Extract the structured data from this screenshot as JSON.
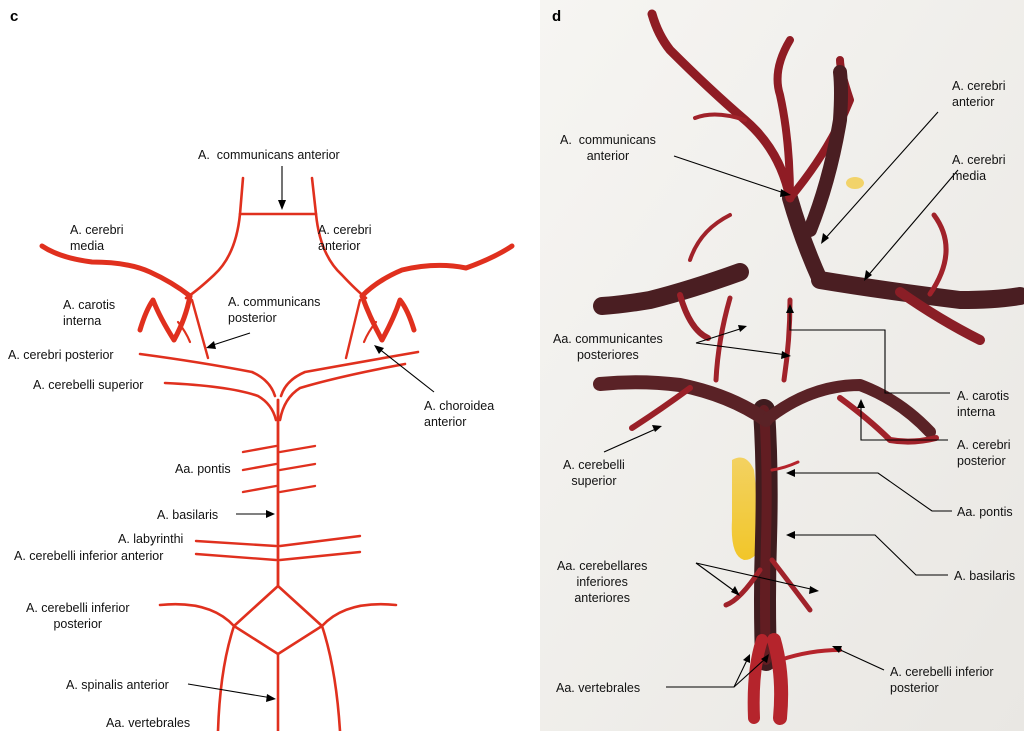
{
  "panels": {
    "c": {
      "letter": "c",
      "labels": {
        "comm_ant": "A.  communicans anterior",
        "cerebri_media": "A. cerebri\nmedia",
        "cerebri_ant": "A. cerebri\nanterior",
        "carotis": "A. carotis\ninterna",
        "comm_post": "A. communicans\nposterior",
        "cerebri_post": "A. cerebri posterior",
        "cerebelli_sup": "A. cerebelli superior",
        "choroidea": "A. choroidea\nanterior",
        "pontis": "Aa. pontis",
        "basilaris": "A. basilaris",
        "labyrinthi": "A. labyrinthi",
        "cer_inf_ant": "A. cerebelli inferior anterior",
        "cer_inf_post": "A. cerebelli inferior\nposterior",
        "spinalis": "A. spinalis anterior",
        "vertebrales": "Aa. vertebrales"
      }
    },
    "d": {
      "letter": "d",
      "labels": {
        "comm_ant": "A.  communicans\nanterior",
        "cerebri_ant": "A. cerebri\nanterior",
        "cerebri_media": "A. cerebri\nmedia",
        "comm_post": "Aa. communicantes\nposteriores",
        "carotis": "A. carotis\ninterna",
        "cerebelli_sup": "A. cerebelli\nsuperior",
        "cerebri_post": "A. cerebri\nposterior",
        "pontis": "Aa. pontis",
        "cerebellares": "Aa. cerebellares\ninferiores\nanteriores",
        "basilaris": "A. basilaris",
        "cer_inf_post": "A. cerebelli inferior\nposterior",
        "vertebrales": "Aa. vertebrales"
      }
    }
  },
  "colors": {
    "artery": "#e0301e",
    "photo_vessel": "#a01b22",
    "photo_dark": "#3a1a1c",
    "photo_bg": "#f2f1ee",
    "photo_yellow": "#f0c020"
  }
}
